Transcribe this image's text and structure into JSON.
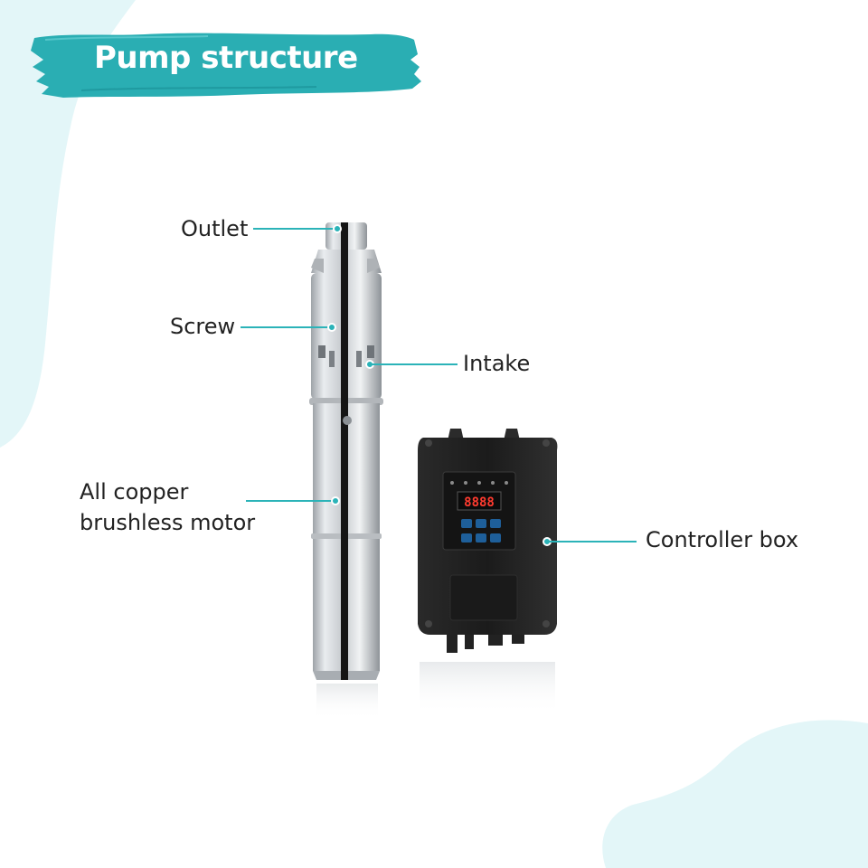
{
  "title": "Pump structure",
  "colors": {
    "accent": "#2bb3b8",
    "banner": "#2aaeb3",
    "background_blob": "#e3f6f8",
    "text": "#222222",
    "pump_body": "#c9ccd0",
    "controller_body": "#1f1f1f",
    "display_digits": "#ff3b2f"
  },
  "parts": {
    "outlet": "Outlet",
    "screw": "Screw",
    "intake": "Intake",
    "motor_line1": "All copper",
    "motor_line2": "brushless motor",
    "controller": "Controller box"
  },
  "controller_display": "8888"
}
